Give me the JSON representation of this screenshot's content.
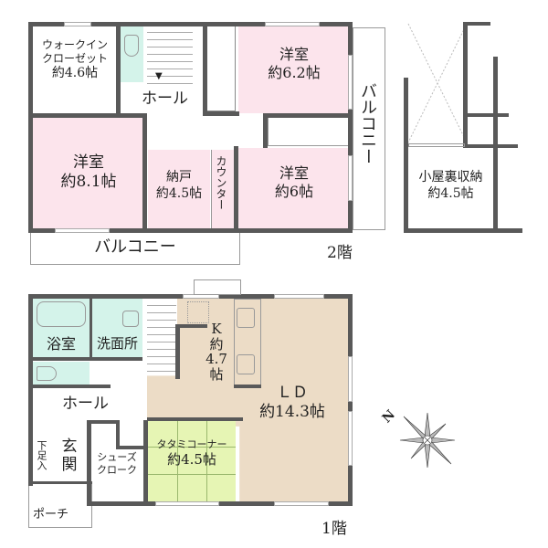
{
  "floor2": {
    "label": "2階",
    "rooms": {
      "walkin": {
        "name1": "ウォークイン",
        "name2": "クローゼット",
        "size": "約4.6帖"
      },
      "hall": {
        "name": "ホール"
      },
      "western1": {
        "name": "洋室",
        "size": "約6.2帖"
      },
      "western2": {
        "name": "洋室",
        "size": "約8.1帖"
      },
      "storage": {
        "name": "納戸",
        "size": "約4.5帖"
      },
      "counter": {
        "name": "カウンター"
      },
      "western3": {
        "name": "洋室",
        "size": "約6帖"
      },
      "balcony_bottom": {
        "name": "バルコニー"
      },
      "balcony_right": {
        "name": "バルコニー"
      }
    }
  },
  "attic": {
    "name": "小屋裏収納",
    "size": "約4.5帖"
  },
  "floor1": {
    "label": "1階",
    "rooms": {
      "bath": {
        "name": "浴室"
      },
      "washroom": {
        "name": "洗面所"
      },
      "hall": {
        "name": "ホール"
      },
      "entrance": {
        "name": "玄関"
      },
      "shoe_step": {
        "name": "下足入"
      },
      "shoe_closet": {
        "name1": "シューズ",
        "name2": "クローク"
      },
      "porch": {
        "name": "ポーチ"
      },
      "kitchen": {
        "name": "K",
        "size1": "約",
        "size2": "4.7",
        "size3": "帖"
      },
      "ld": {
        "name": "ＬＤ",
        "size": "約14.3帖"
      },
      "tatami": {
        "name": "タタミコーナー",
        "size": "約4.5帖"
      }
    }
  },
  "compass": {
    "north_label": "N"
  },
  "colors": {
    "western": "#fce4ec",
    "wet": "#d4f3ea",
    "ldk": "#ecdcc6",
    "tatami": "#e6f5b4",
    "wall": "#595959"
  }
}
